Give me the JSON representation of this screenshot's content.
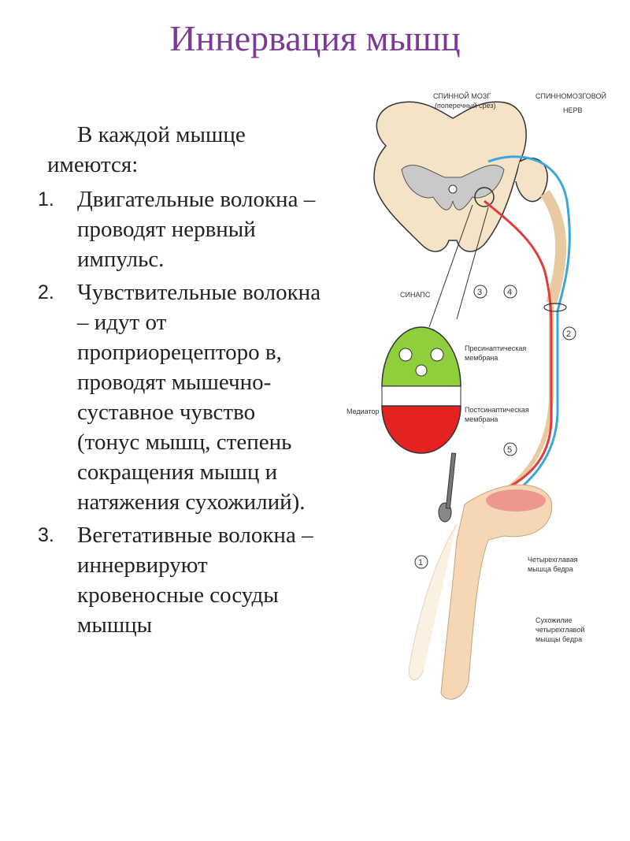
{
  "title": "Иннервация мышц",
  "intro": {
    "line1": "В каждой мышце",
    "line2": "имеются:"
  },
  "items": [
    {
      "num": "1.",
      "text": "Двигательные волокна – проводят нервный импульс."
    },
    {
      "num": "2.",
      "text": "Чувствительные волокна – идут от проприорецепторо в, проводят мышечно-суставное чувство (тонус мышц, степень сокращения мышц и натяжения сухожилий)."
    },
    {
      "num": "3.",
      "text": "Вегетативные волокна – иннервируют кровеносные сосуды мышцы"
    }
  ],
  "figure": {
    "spinal_cord": {
      "line1": "СПИННОЙ МОЗГ",
      "line2": "(поперечный срез)"
    },
    "spinal_nerve": {
      "line1": "СПИННОМОЗГОВОЙ",
      "line2": "НЕРВ"
    },
    "synapse": "СИНАПС",
    "presynaptic": {
      "line1": "Пресинаптическая",
      "line2": "мембрана"
    },
    "mediator": "Медиатор",
    "postsynaptic": {
      "line1": "Постсинаптическая",
      "line2": "мембрана"
    },
    "quadriceps": {
      "line1": "Четырехглавая",
      "line2": "мышца бедра"
    },
    "tendon": {
      "line1": "Сухожилие",
      "line2": "четырехглавой",
      "line3": "мышцы бедра"
    },
    "numbers": [
      "1",
      "2",
      "3",
      "4",
      "5"
    ],
    "colors": {
      "motor": "#e23b3b",
      "sensory": "#3aa7dc",
      "synapse_top": "#8fcf3c",
      "synapse_bottom": "#e52222",
      "cord": "#f4e3c6",
      "grey_matter": "#c9c9c9"
    }
  }
}
